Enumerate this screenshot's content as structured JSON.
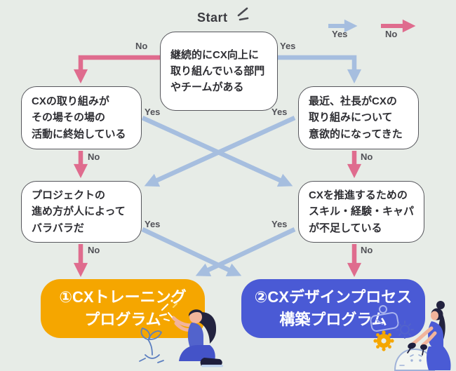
{
  "colors": {
    "background": "#E7ECE7",
    "yes_arrow": "#A6BEDF",
    "no_arrow": "#DF6C8E",
    "result_training_bg": "#F5A600",
    "result_design_bg": "#4A5AD5",
    "box_border": "#56565C",
    "text": "#2E2E33",
    "label": "#515157"
  },
  "labels": {
    "start": "Start",
    "yes": "Yes",
    "no": "No"
  },
  "nodes": {
    "start": {
      "lines": [
        "継続的にCX向上に",
        "取り組んでいる部門",
        "やチームがある"
      ]
    },
    "adhoc": {
      "lines": [
        "CXの取り組みが",
        "その場その場の",
        "活動に終始している"
      ]
    },
    "president": {
      "lines": [
        "最近、社長がCXの",
        "取り組みについて",
        "意欲的になってきた"
      ]
    },
    "project": {
      "lines": [
        "プロジェクトの",
        "進め方が人によって",
        "バラバラだ"
      ]
    },
    "skills": {
      "lines": [
        "CXを推進するための",
        "スキル・経験・キャパ",
        "が不足している"
      ]
    },
    "training": {
      "lines": [
        "①CXトレーニング",
        "プログラム"
      ],
      "bg": "#F5A600"
    },
    "design": {
      "lines": [
        "②CXデザインプロセス",
        "構築プログラム"
      ],
      "bg": "#4A5AD5"
    }
  },
  "edges": [
    {
      "from": "start",
      "answer": "No",
      "to": "adhoc"
    },
    {
      "from": "start",
      "answer": "Yes",
      "to": "president"
    },
    {
      "from": "adhoc",
      "answer": "Yes",
      "to": "skills"
    },
    {
      "from": "adhoc",
      "answer": "No",
      "to": "project"
    },
    {
      "from": "president",
      "answer": "Yes",
      "to": "project"
    },
    {
      "from": "president",
      "answer": "No",
      "to": "skills"
    },
    {
      "from": "project",
      "answer": "Yes",
      "to": "design"
    },
    {
      "from": "project",
      "answer": "No",
      "to": "training"
    },
    {
      "from": "skills",
      "answer": "Yes",
      "to": "training"
    },
    {
      "from": "skills",
      "answer": "No",
      "to": "design"
    }
  ]
}
